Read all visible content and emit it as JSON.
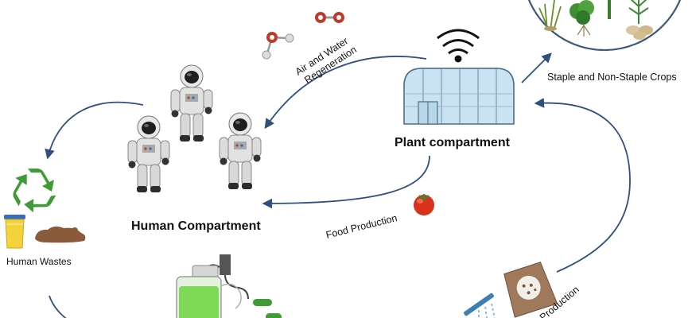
{
  "labels": {
    "plant_compartment": "Plant compartment",
    "human_compartment": "Human Compartment",
    "human_wastes": "Human Wastes",
    "crops": "Staple and Non-Staple Crops",
    "air_water_line1": "Air and Water",
    "air_water_line2": "Regeneration",
    "food_production": "Food Production",
    "production_partial": "Production"
  },
  "colors": {
    "arrow": "#2f4f7f",
    "greenhouse_fill": "#c9e3f2",
    "greenhouse_stroke": "#4a6f86",
    "crops_circle": "#3e5a7a",
    "recycle": "#3f9b35",
    "tomato": "#d9311c",
    "bioreactor_liquid": "#7ed957",
    "oxygen": "#c0392b"
  },
  "icons": [
    "wifi-icon",
    "greenhouse-icon",
    "astronaut-icon",
    "recycle-icon",
    "urine-cup-icon",
    "feces-icon",
    "water-molecule-icon",
    "oxygen-molecule-icon",
    "tomato-icon",
    "crops-icon",
    "bioreactor-icon",
    "microbe-icon",
    "fertilizer-bag-icon",
    "sprinkler-icon"
  ]
}
